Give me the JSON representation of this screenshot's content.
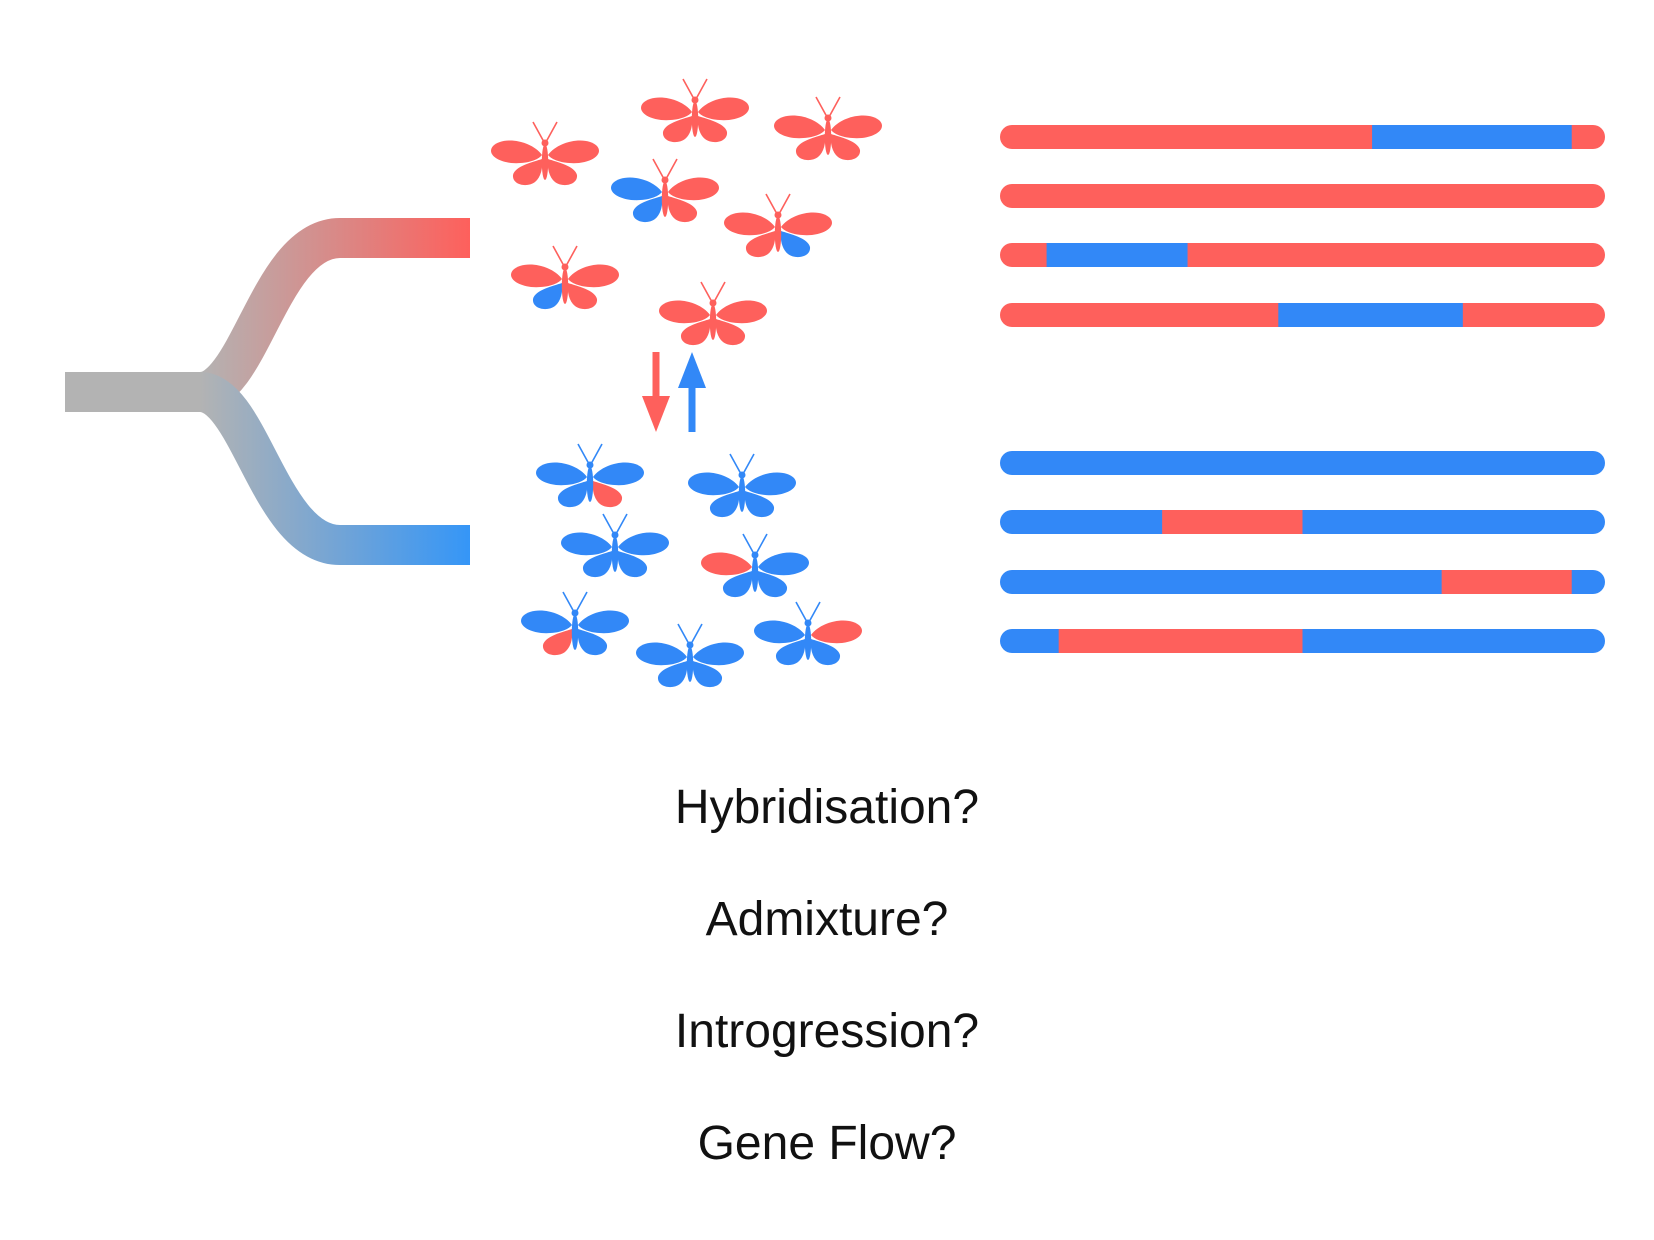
{
  "colors": {
    "red": "#fe605c",
    "blue": "#3288f7",
    "grey": "#b3b3b3"
  },
  "tree": {
    "ancestor": "grey",
    "branches": [
      "red",
      "blue"
    ]
  },
  "populations": {
    "top": {
      "base": "red",
      "butterflies": [
        {
          "mix": "none"
        },
        {
          "mix": "none"
        },
        {
          "mix": "none"
        },
        {
          "mix": "left-wings-blue"
        },
        {
          "mix": "right-hindwing-blue"
        },
        {
          "mix": "left-hindwing-blue"
        },
        {
          "mix": "none"
        }
      ]
    },
    "bottom": {
      "base": "blue",
      "butterflies": [
        {
          "mix": "right-hindwing-red"
        },
        {
          "mix": "none"
        },
        {
          "mix": "none"
        },
        {
          "mix": "left-forewing-red"
        },
        {
          "mix": "left-hindwing-red"
        },
        {
          "mix": "none"
        },
        {
          "mix": "right-forewing-red"
        }
      ]
    }
  },
  "gene_flow_arrows": [
    {
      "direction": "down",
      "color": "red"
    },
    {
      "direction": "up",
      "color": "blue"
    }
  ],
  "chromosomes": {
    "top": [
      {
        "base": "red",
        "segments": [
          {
            "start": 0.615,
            "end": 0.945,
            "color": "blue"
          }
        ]
      },
      {
        "base": "red",
        "segments": []
      },
      {
        "base": "red",
        "segments": [
          {
            "start": 0.077,
            "end": 0.31,
            "color": "blue"
          }
        ]
      },
      {
        "base": "red",
        "segments": [
          {
            "start": 0.46,
            "end": 0.765,
            "color": "blue"
          }
        ]
      }
    ],
    "bottom": [
      {
        "base": "blue",
        "segments": []
      },
      {
        "base": "blue",
        "segments": [
          {
            "start": 0.268,
            "end": 0.5,
            "color": "red"
          }
        ]
      },
      {
        "base": "blue",
        "segments": [
          {
            "start": 0.73,
            "end": 0.945,
            "color": "red"
          }
        ]
      },
      {
        "base": "blue",
        "segments": [
          {
            "start": 0.097,
            "end": 0.5,
            "color": "red"
          }
        ]
      }
    ]
  },
  "questions": [
    "Hybridisation?",
    "Admixture?",
    "Introgression?",
    "Gene Flow?"
  ]
}
